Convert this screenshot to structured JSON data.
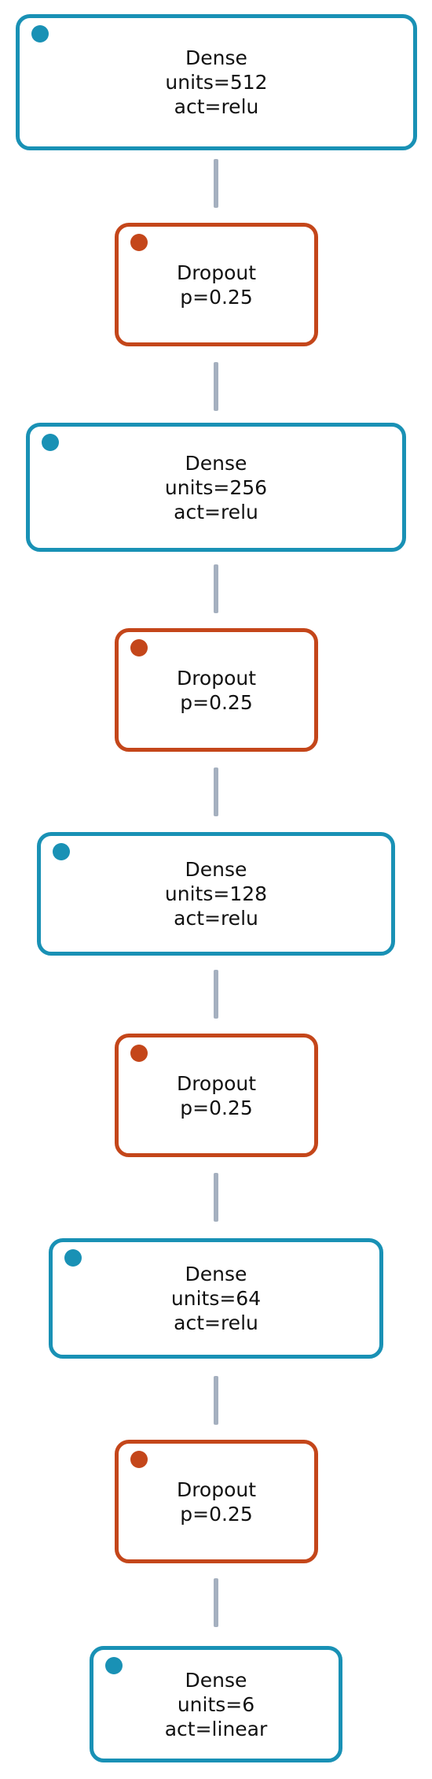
{
  "diagram": {
    "colors": {
      "dense": "#1991b5",
      "dropout": "#c4461a",
      "edge": "#a5b0bf"
    },
    "layers": [
      {
        "type": "Dense",
        "params": [
          "units=512",
          "act=relu"
        ]
      },
      {
        "type": "Dropout",
        "params": [
          "p=0.25"
        ]
      },
      {
        "type": "Dense",
        "params": [
          "units=256",
          "act=relu"
        ]
      },
      {
        "type": "Dropout",
        "params": [
          "p=0.25"
        ]
      },
      {
        "type": "Dense",
        "params": [
          "units=128",
          "act=relu"
        ]
      },
      {
        "type": "Dropout",
        "params": [
          "p=0.25"
        ]
      },
      {
        "type": "Dense",
        "params": [
          "units=64",
          "act=relu"
        ]
      },
      {
        "type": "Dropout",
        "params": [
          "p=0.25"
        ]
      },
      {
        "type": "Dense",
        "params": [
          "units=6",
          "act=linear"
        ]
      }
    ]
  }
}
